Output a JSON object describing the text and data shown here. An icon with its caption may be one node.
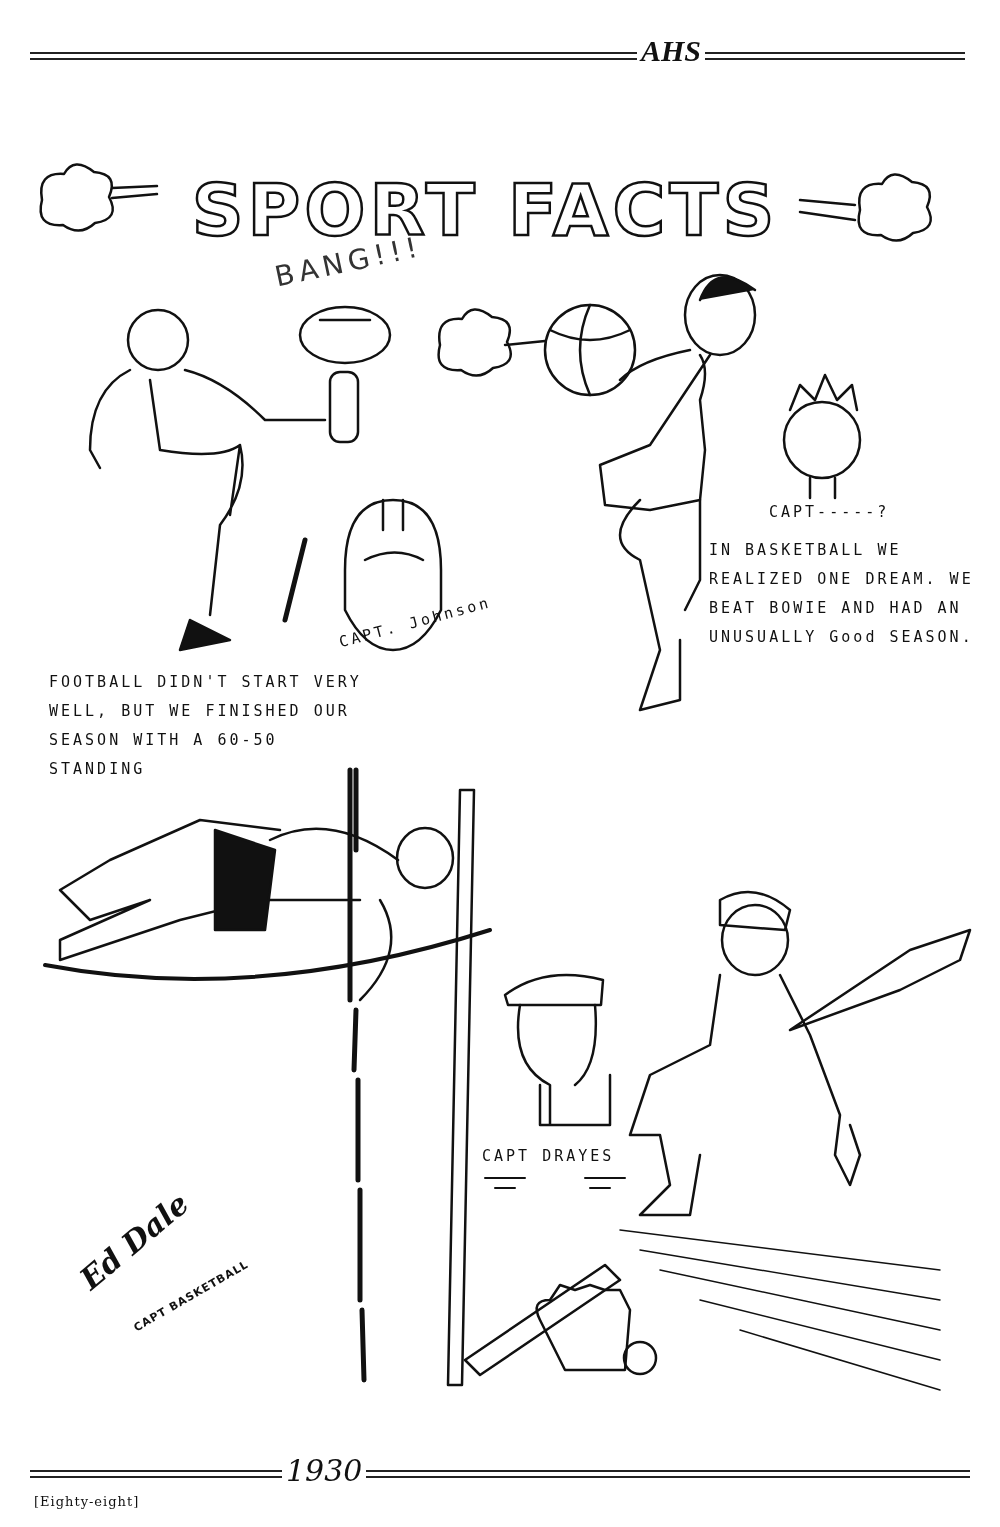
{
  "diagram": {
    "title": "SPORT FACTS",
    "labels": [
      "AHS",
      "BANG!!!",
      "CAPT. Johnson",
      "CAPT-----?",
      "IN BASKETBALL WE REALIZED ONE DREAM. WE BEAT BOWIE AND HAD AN UNUSUALLY Good SEASON.",
      "FOOTBALL DIDN'T START VERY WELL, BUT WE FINISHED OUR SEASON WITH A 60-50 STANDING",
      "CAPT DRAYES",
      "Ed Dale",
      "CAPT BASKETBALL",
      "1930",
      "[Eighty-eight]"
    ]
  }
}
